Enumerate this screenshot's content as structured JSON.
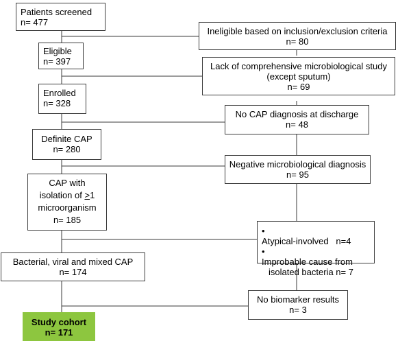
{
  "diagram": {
    "patients_screened": {
      "label": "Patients screened",
      "count": "n= 477"
    },
    "ineligible": {
      "label": "Ineligible based on inclusion/exclusion criteria",
      "count": "n= 80"
    },
    "eligible": {
      "label": "Eligible",
      "count": "n= 397"
    },
    "lack_micro": {
      "line1": "Lack of comprehensive microbiological study",
      "line2": "(except sputum)",
      "count": "n= 69"
    },
    "enrolled": {
      "label": "Enrolled",
      "count": "n= 328"
    },
    "no_cap": {
      "label": "No CAP diagnosis at discharge",
      "count": "n= 48"
    },
    "definite_cap": {
      "label": "Definite CAP",
      "count": "n= 280"
    },
    "negative_micro": {
      "label": "Negative microbiological diagnosis",
      "count": "n= 95"
    },
    "cap_isolation": {
      "line1": "CAP with",
      "line2_pre": "isolation of ",
      "line2_ge": ">",
      "line2_post": "1",
      "line3": "microorganism",
      "count": "n= 185"
    },
    "exclusions": {
      "bullet": "•",
      "item1": "Atypical-involved   n=4",
      "item2_line1": "Improbable cause from",
      "item2_line2": "isolated bacteria n= 7"
    },
    "bacterial": {
      "label": "Bacterial, viral and mixed CAP",
      "count": "n= 174"
    },
    "no_biomarker": {
      "label": "No biomarker results",
      "count": "n= 3"
    },
    "study_cohort": {
      "label": "Study cohort",
      "count": "n= 171"
    },
    "colors": {
      "cohort_fill": "#8dc63f",
      "line": "#3a3a3a"
    }
  }
}
